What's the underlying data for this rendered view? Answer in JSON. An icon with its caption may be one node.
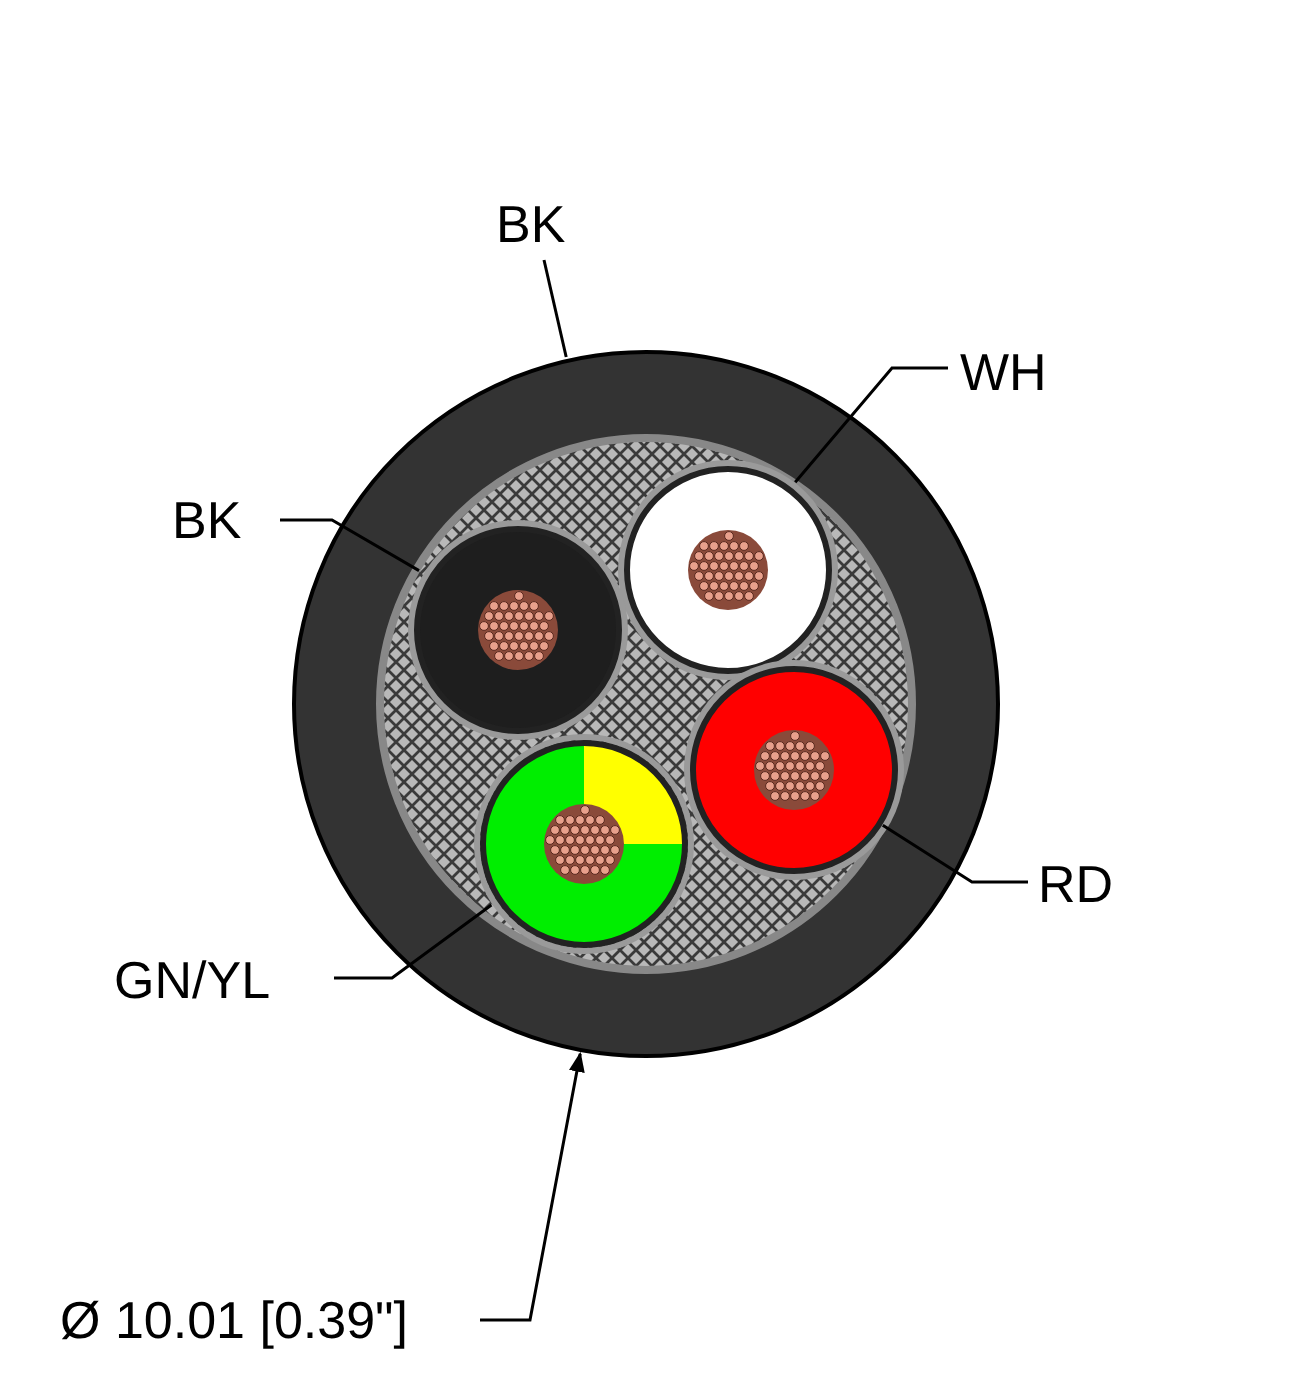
{
  "diagram": {
    "nodes": [
      {
        "text": [
          "BK"
        ]
      },
      {
        "text": [],
        "shape": "circle"
      },
      {
        "text": [
          "WH"
        ]
      },
      {
        "text": [],
        "shape": "circle",
        "in": 1
      },
      {
        "text": [
          "BK"
        ]
      },
      {
        "text": [],
        "shape": "circle",
        "in": 1
      },
      {
        "text": [
          "RD"
        ]
      },
      {
        "text": [],
        "shape": "circle",
        "in": 1
      },
      {
        "text": [
          "GN/YL"
        ]
      },
      {
        "text": [],
        "shape": "circle",
        "in": 1
      },
      {
        "text": [
          "Ø 10.01 [0.39\"]"
        ]
      }
    ],
    "edges": [
      {
        "from": 0,
        "to": 1,
        "arrow": "none"
      },
      {
        "from": 2,
        "to": 3,
        "arrow": "none"
      },
      {
        "from": 4,
        "to": 5,
        "arrow": "none"
      },
      {
        "from": 6,
        "to": 7,
        "arrow": "none"
      },
      {
        "from": 8,
        "to": 9,
        "arrow": "none"
      },
      {
        "from": 10,
        "to": 1,
        "arrow": "to"
      }
    ]
  }
}
